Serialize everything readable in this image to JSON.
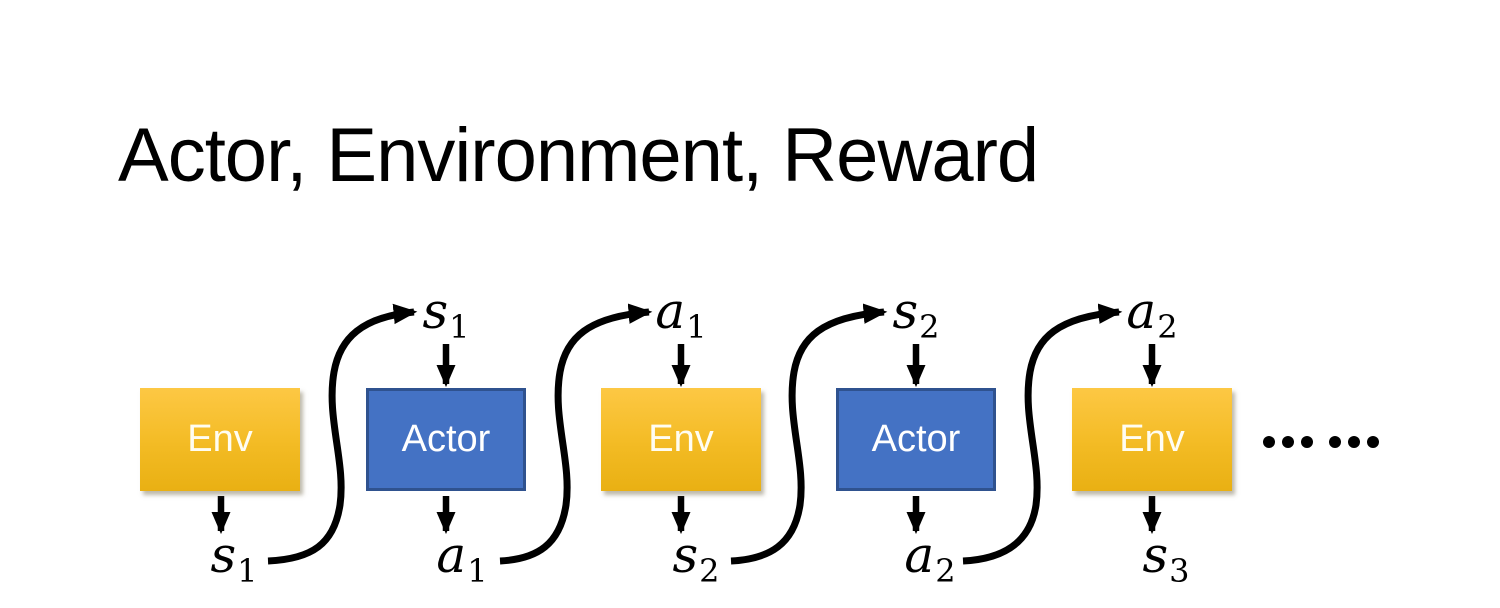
{
  "slide": {
    "title": "Actor, Environment, Reward",
    "ellipsis": "……"
  },
  "colors": {
    "title_text": "#000000",
    "env_top": "#FDC844",
    "env_bottom": "#E9B013",
    "env_text": "#FFFDF2",
    "actor_fill": "#4472C4",
    "actor_border": "#2F528F",
    "actor_text": "#FFFFFF",
    "arrow": "#000000"
  },
  "diagram": {
    "boxes": [
      {
        "label": "Env"
      },
      {
        "label": "Actor"
      },
      {
        "label": "Env"
      },
      {
        "label": "Actor"
      },
      {
        "label": "Env"
      }
    ],
    "top_labels": [
      {
        "base": "s",
        "sub": "1"
      },
      {
        "base": "a",
        "sub": "1"
      },
      {
        "base": "s",
        "sub": "2"
      },
      {
        "base": "a",
        "sub": "2"
      }
    ],
    "bottom_labels": [
      {
        "base": "s",
        "sub": "1"
      },
      {
        "base": "a",
        "sub": "1"
      },
      {
        "base": "s",
        "sub": "2"
      },
      {
        "base": "a",
        "sub": "2"
      },
      {
        "base": "s",
        "sub": "3"
      }
    ]
  }
}
